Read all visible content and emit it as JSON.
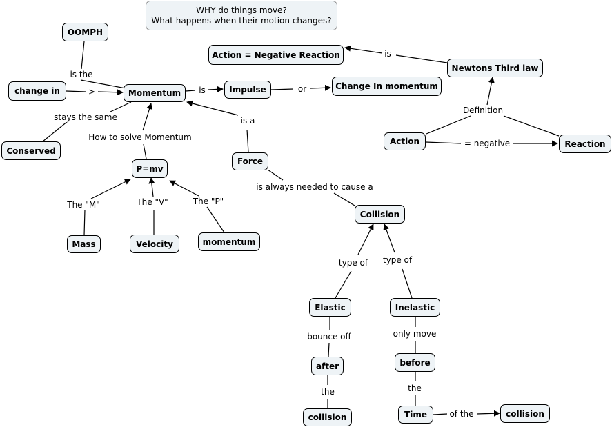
{
  "title": {
    "line1": "WHY do things move?",
    "line2": "What happens when their motion changes?"
  },
  "nodes": {
    "oomph": "OOMPH",
    "change_in": "change in",
    "momentum_main": "Momentum",
    "conserved": "Conserved",
    "impulse": "Impulse",
    "change_in_momentum": "Change In momentum",
    "action_negative_reaction": "Action = Negative Reaction",
    "newtons_third_law": "Newtons Third law",
    "action": "Action",
    "reaction": "Reaction",
    "p_mv": "P=mv",
    "force": "Force",
    "collision": "Collision",
    "mass": "Mass",
    "velocity": "Velocity",
    "momentum_p": "momentum",
    "elastic": "Elastic",
    "inelastic": "Inelastic",
    "after": "after",
    "before": "before",
    "collision_elastic": "collision",
    "time": "Time",
    "collision_time": "collision"
  },
  "links": {
    "is_the": "is the",
    "arrow_gt": ">",
    "stays_the_same": "stays the same",
    "how_to_solve": "How to solve Momentum",
    "is_impulse": "is",
    "or": "or",
    "is_a": "is a",
    "is_reaction": "is",
    "definition": "Definition",
    "eq_negative": "= negative",
    "the_m": "The \"M\"",
    "the_v": "The \"V\"",
    "the_p": "The \"P\"",
    "always_needed": "is always needed to cause a",
    "type_of_1": "type of",
    "type_of_2": "type of",
    "bounce_off": "bounce off",
    "only_move": "only move",
    "the_1": "the",
    "the_2": "the",
    "of_the": "of the"
  }
}
